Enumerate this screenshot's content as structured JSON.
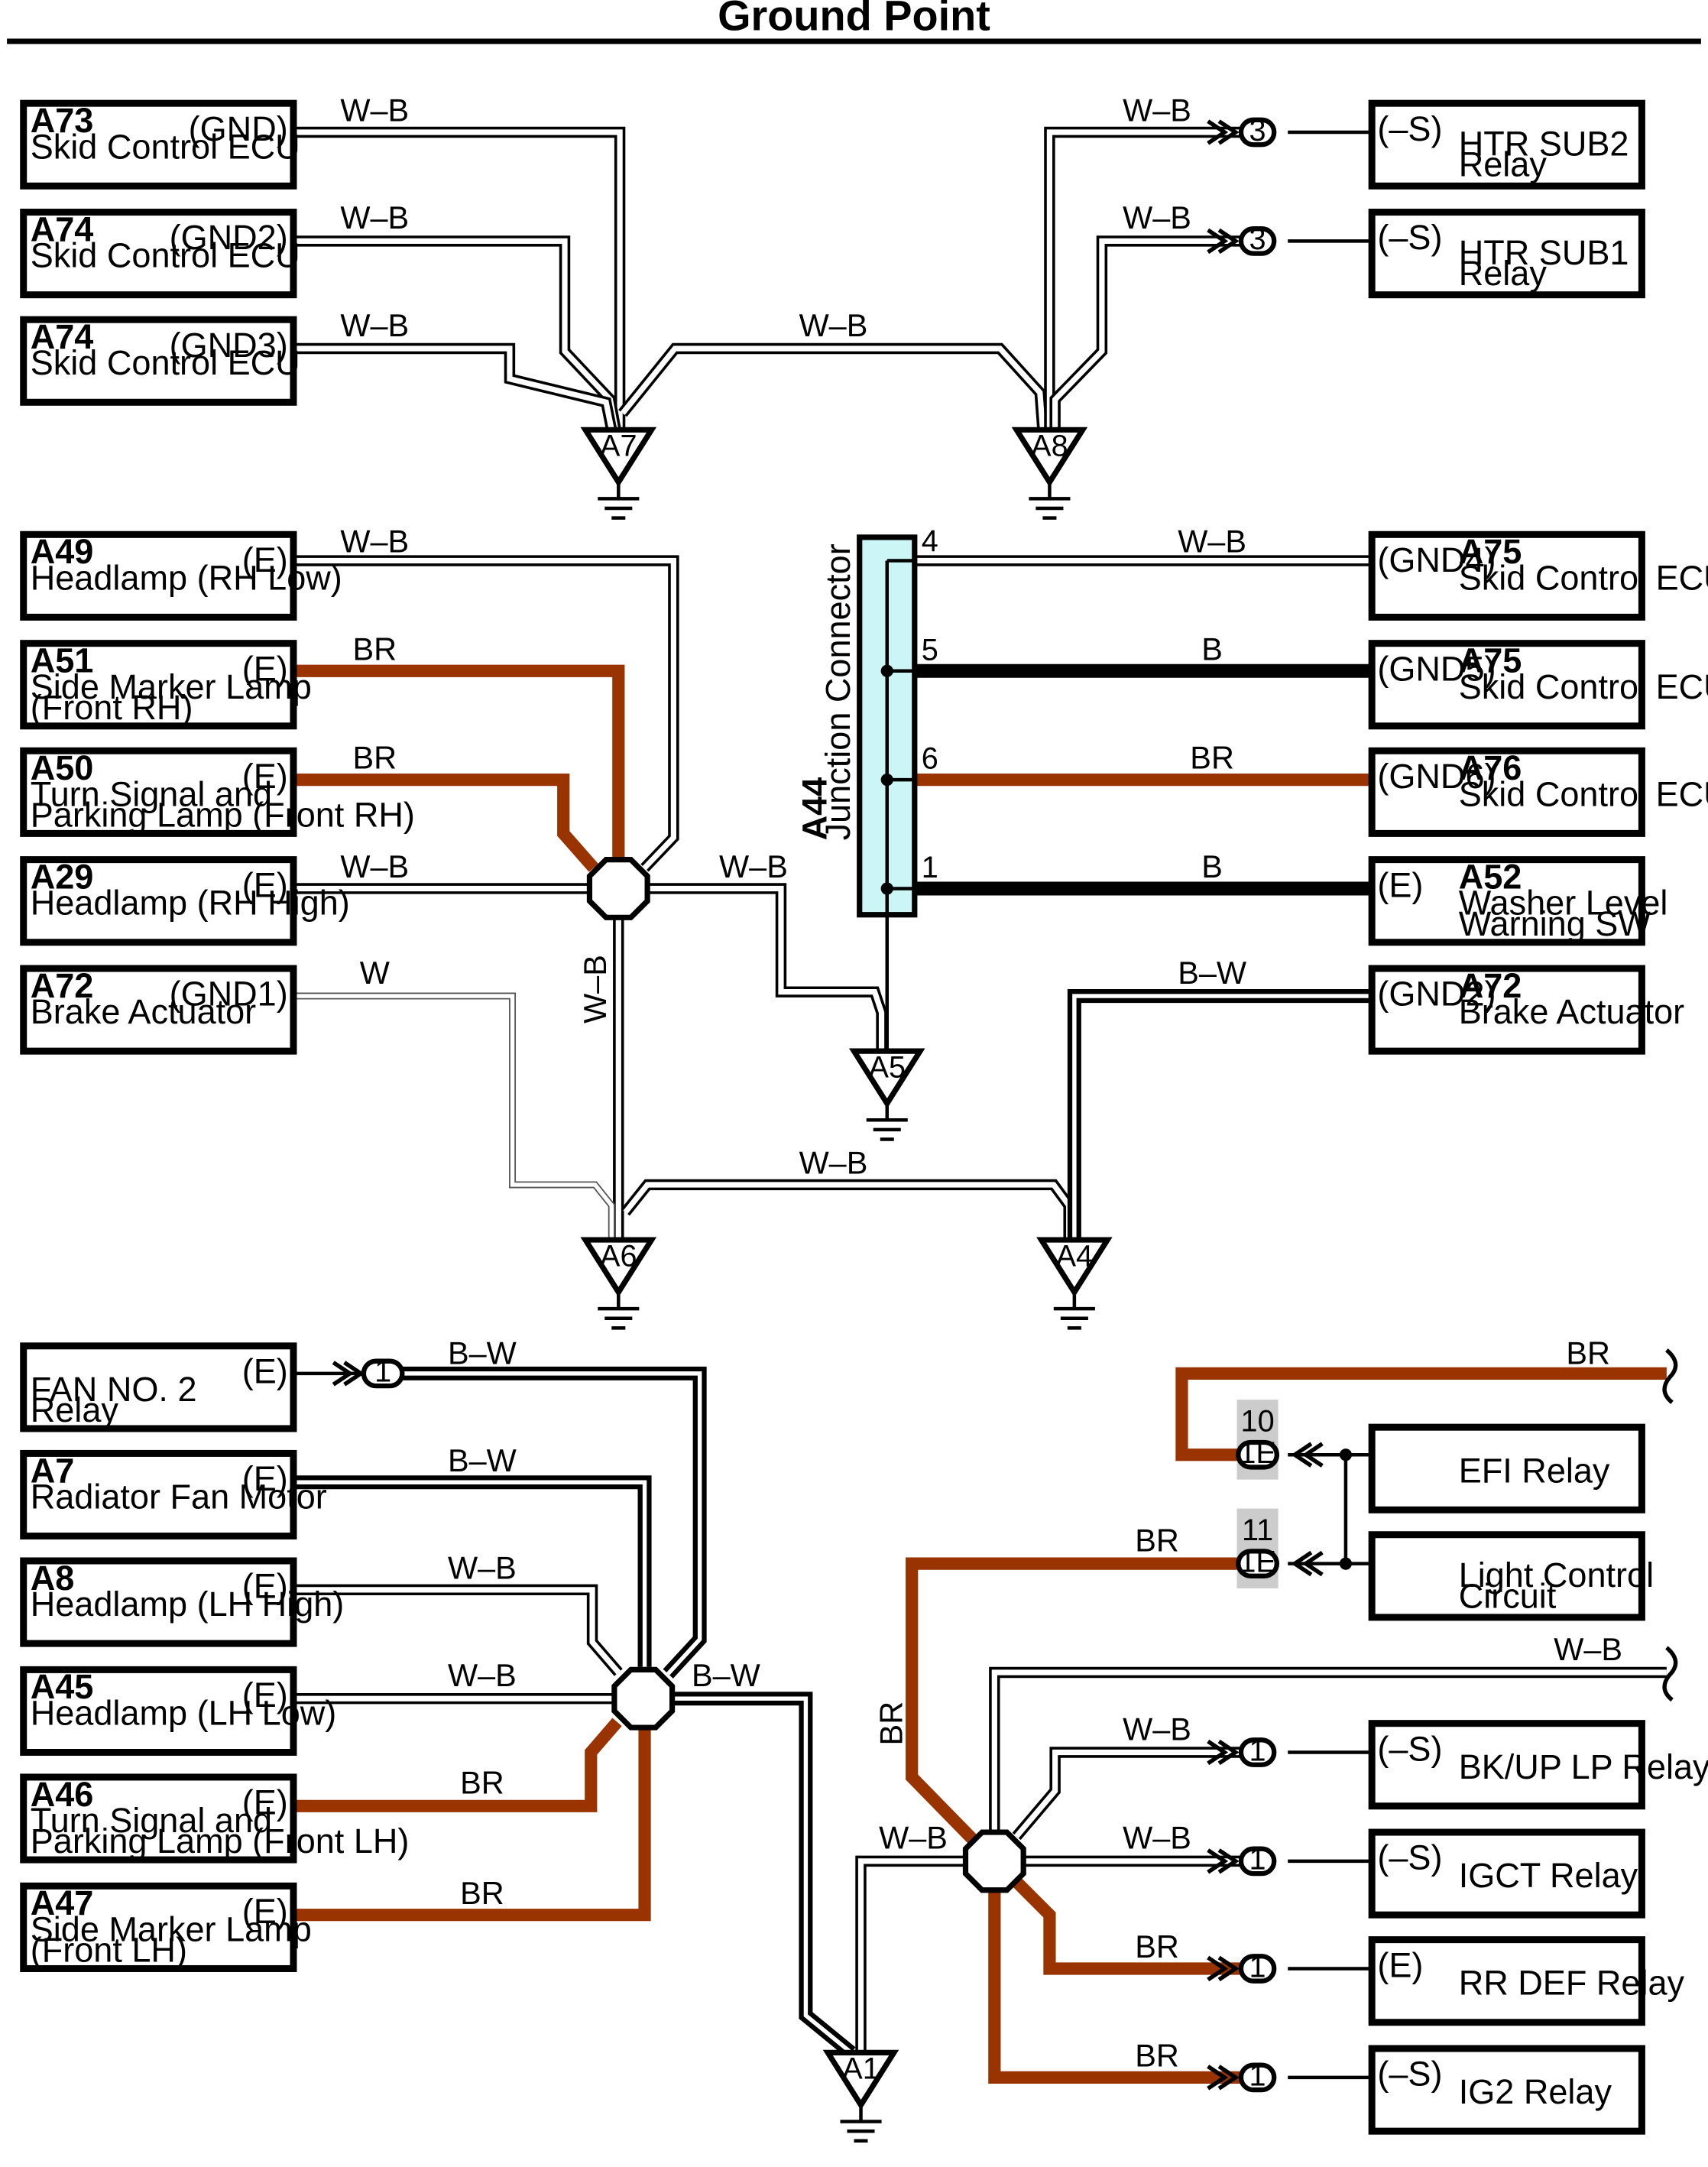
{
  "title": "Ground Point",
  "colors": {
    "wire_wb": "#ffffff",
    "wire_br": "#993300",
    "wire_b": "#000000",
    "junction_fill": "#ccf5f5",
    "connector_highlight": "#cccccc"
  },
  "grounds": {
    "A7": "A7",
    "A8": "A8",
    "A5": "A5",
    "A6": "A6",
    "A4": "A4",
    "A1": "A1"
  },
  "junction": {
    "code": "A44",
    "name": "Junction Connector",
    "pins": [
      "4",
      "5",
      "6",
      "1"
    ]
  },
  "components": {
    "a73": {
      "code": "A73",
      "lines": [
        "Skid Control ECU"
      ],
      "pin": "(GND)"
    },
    "a74a": {
      "code": "A74",
      "lines": [
        "Skid Control ECU"
      ],
      "pin": "(GND2)"
    },
    "a74b": {
      "code": "A74",
      "lines": [
        "Skid Control ECU"
      ],
      "pin": "(GND3)"
    },
    "htr2": {
      "code": "",
      "lines": [
        "HTR SUB2",
        "Relay"
      ],
      "pin": "(–S)"
    },
    "htr1": {
      "code": "",
      "lines": [
        "HTR SUB1",
        "Relay"
      ],
      "pin": "(–S)"
    },
    "a49": {
      "code": "A49",
      "lines": [
        "Headlamp (RH Low)"
      ],
      "pin": "(E)"
    },
    "a51": {
      "code": "A51",
      "lines": [
        "Side Marker Lamp",
        "(Front RH)"
      ],
      "pin": "(E)"
    },
    "a50": {
      "code": "A50",
      "lines": [
        "Turn Signal and",
        "Parking Lamp (Front RH)"
      ],
      "pin": "(E)"
    },
    "a29": {
      "code": "A29",
      "lines": [
        "Headlamp (RH High)"
      ],
      "pin": "(E)"
    },
    "a72l": {
      "code": "A72",
      "lines": [
        "Brake Actuator"
      ],
      "pin": "(GND1)"
    },
    "a75a": {
      "code": "A75",
      "lines": [
        "Skid Control ECU"
      ],
      "pin": "(GND4)"
    },
    "a75b": {
      "code": "A75",
      "lines": [
        "Skid Control ECU"
      ],
      "pin": "(GND5)"
    },
    "a76": {
      "code": "A76",
      "lines": [
        "Skid Control ECU"
      ],
      "pin": "(GND6)"
    },
    "a52": {
      "code": "A52",
      "lines": [
        "Washer Level",
        "Warning SW"
      ],
      "pin": "(E)"
    },
    "a72r": {
      "code": "A72",
      "lines": [
        "Brake Actuator"
      ],
      "pin": "(GND2)"
    },
    "fan2": {
      "code": "",
      "lines": [
        "FAN NO. 2",
        "Relay"
      ],
      "pin": "(E)"
    },
    "a7": {
      "code": "A7",
      "lines": [
        "Radiator Fan Motor"
      ],
      "pin": "(E)"
    },
    "a8": {
      "code": "A8",
      "lines": [
        "Headlamp (LH High)"
      ],
      "pin": "(E)"
    },
    "a45": {
      "code": "A45",
      "lines": [
        "Headlamp (LH Low)"
      ],
      "pin": "(E)"
    },
    "a46": {
      "code": "A46",
      "lines": [
        "Turn Signal and",
        "Parking Lamp (Front LH)"
      ],
      "pin": "(E)"
    },
    "a47": {
      "code": "A47",
      "lines": [
        "Side Marker Lamp",
        "(Front LH)"
      ],
      "pin": "(E)"
    },
    "efi": {
      "code": "",
      "lines": [
        "EFI Relay"
      ],
      "pin": ""
    },
    "light": {
      "code": "",
      "lines": [
        "Light Control",
        "Circuit"
      ],
      "pin": ""
    },
    "bkup": {
      "code": "",
      "lines": [
        "BK/UP LP Relay"
      ],
      "pin": "(–S)"
    },
    "igct": {
      "code": "",
      "lines": [
        "IGCT Relay"
      ],
      "pin": "(–S)"
    },
    "rrdef": {
      "code": "",
      "lines": [
        "RR DEF Relay"
      ],
      "pin": "(E)"
    },
    "ig2": {
      "code": "",
      "lines": [
        "IG2 Relay"
      ],
      "pin": "(–S)"
    }
  },
  "wire_labels": {
    "wb": "W–B",
    "br": "BR",
    "b": "B",
    "bw": "B–W",
    "w": "W"
  },
  "connectors": {
    "c3": "3",
    "c1": "1",
    "c1e": "1E",
    "pin10": "10",
    "pin11": "11"
  }
}
